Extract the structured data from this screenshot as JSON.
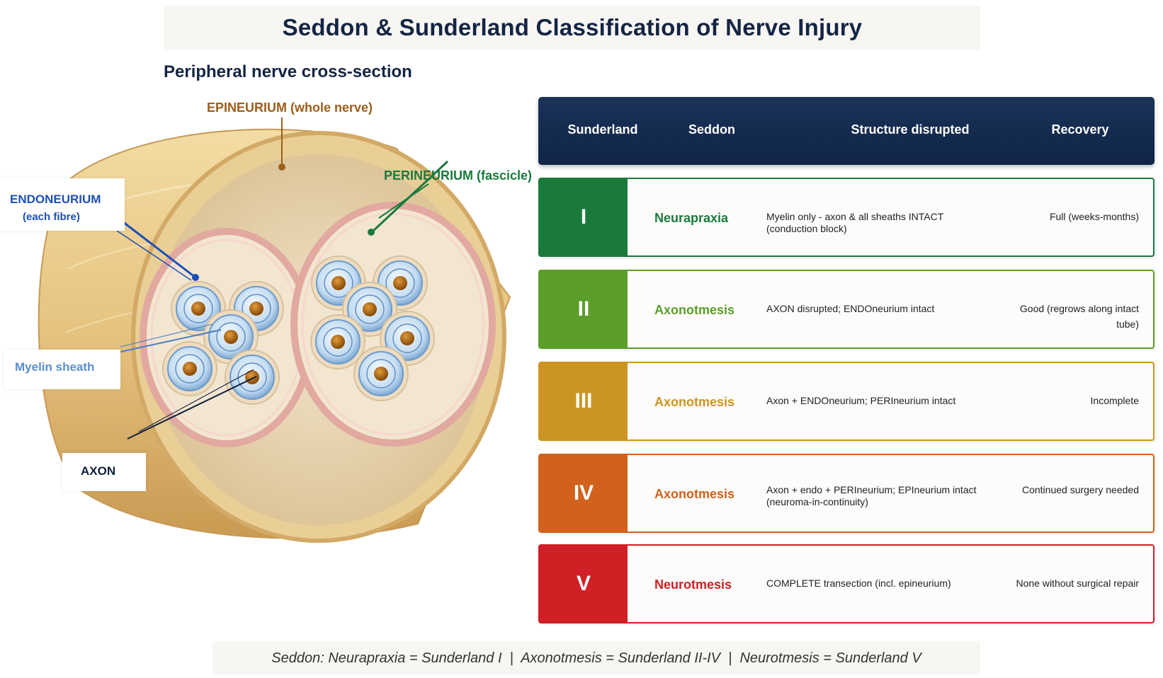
{
  "title": "Seddon & Sunderland Classification of Nerve Injury",
  "subtitle": "Peripheral nerve cross-section",
  "labels": {
    "epineurium": "EPINEURIUM (whole nerve)",
    "perineurium": "PERINEURIUM (fascicle)",
    "endoneurium": "ENDONEURIUM",
    "endoneurium_sub": "(each fibre)",
    "myelin": "Myelin sheath",
    "axon": "AXON"
  },
  "table": {
    "headers": [
      "Sunderland",
      "Seddon",
      "Structure disrupted",
      "Recovery"
    ],
    "rows": [
      {
        "grade": "I",
        "seddon": "Neurapraxia",
        "structure": "Myelin only - axon & all sheaths INTACT (conduction block)",
        "recovery": "Full (weeks-months)",
        "color": "#1a7a3c"
      },
      {
        "grade": "II",
        "seddon": "Axonotmesis",
        "structure": "AXON disrupted; ENDOneurium intact",
        "recovery": "Good (regrows along intact tube)",
        "color": "#5b9e2a"
      },
      {
        "grade": "III",
        "seddon": "Axonotmesis",
        "structure": "Axon + ENDOneurium; PERIneurium intact",
        "recovery": "Incomplete",
        "color": "#cc9422"
      },
      {
        "grade": "IV",
        "seddon": "Axonotmesis",
        "structure": "Axon + endo + PERIneurium; EPIneurium intact (neuroma-in-continuity)",
        "recovery": "Continued surgery needed",
        "color": "#d2611c"
      },
      {
        "grade": "V",
        "seddon": "Neurotmesis",
        "structure": "COMPLETE transection (incl. epineurium)",
        "recovery": "None without surgical repair",
        "color": "#d11f26"
      }
    ]
  },
  "footer": "Seddon: Neurapraxia = Sunderland I  |  Axonotmesis = Sunderland II-IV  |  Neurotmesis = Sunderland V",
  "colors": {
    "header_bg": "#0f2447",
    "epineurium": "#e6c889",
    "perineurium": "#e2a9a0",
    "myelin": "#b8d4ee",
    "axon": "#b06a10"
  }
}
